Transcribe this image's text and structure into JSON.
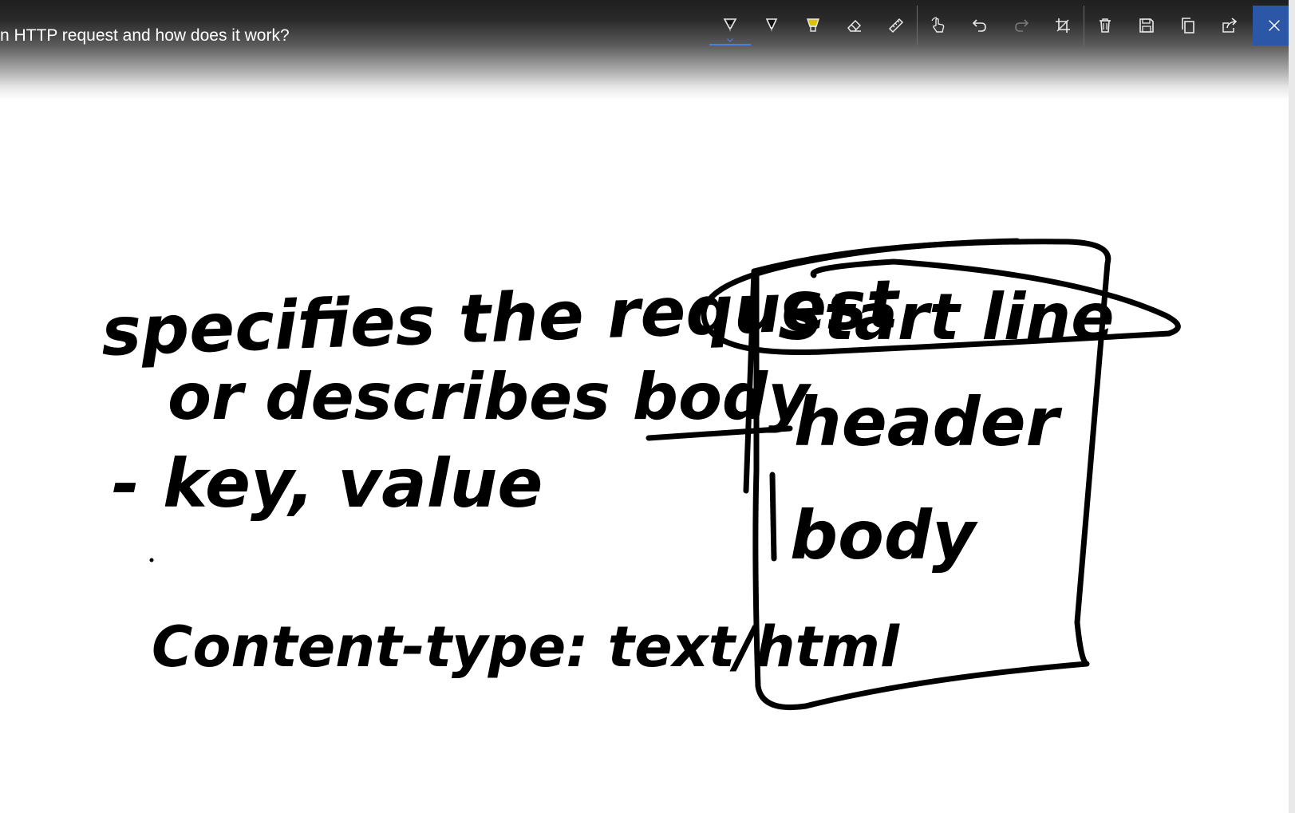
{
  "window": {
    "title": "n HTTP request and how does it work?"
  },
  "toolbar": {
    "tools": [
      {
        "name": "ballpoint-pen",
        "icon": "pen-icon",
        "active": true
      },
      {
        "name": "pencil",
        "icon": "pencil-icon"
      },
      {
        "name": "highlighter",
        "icon": "highlighter-icon"
      },
      {
        "name": "eraser",
        "icon": "eraser-icon"
      },
      {
        "name": "ruler",
        "icon": "ruler-icon"
      },
      {
        "name": "touch-writing",
        "icon": "touch-icon"
      },
      {
        "name": "undo",
        "icon": "undo-icon"
      },
      {
        "name": "redo",
        "icon": "redo-icon"
      },
      {
        "name": "crop",
        "icon": "crop-icon"
      },
      {
        "name": "delete",
        "icon": "trash-icon"
      },
      {
        "name": "save",
        "icon": "save-icon"
      },
      {
        "name": "copy",
        "icon": "copy-icon"
      },
      {
        "name": "share",
        "icon": "share-icon"
      },
      {
        "name": "close",
        "icon": "close-icon"
      }
    ],
    "accent": "#2b57a6",
    "highlighter_color": "#d9c400"
  },
  "ink": {
    "left_notes": [
      "specifies the request",
      "or describes body",
      "- key, value",
      "Content-type: text/html"
    ],
    "box_labels": [
      "Start line",
      "header",
      "body"
    ]
  }
}
